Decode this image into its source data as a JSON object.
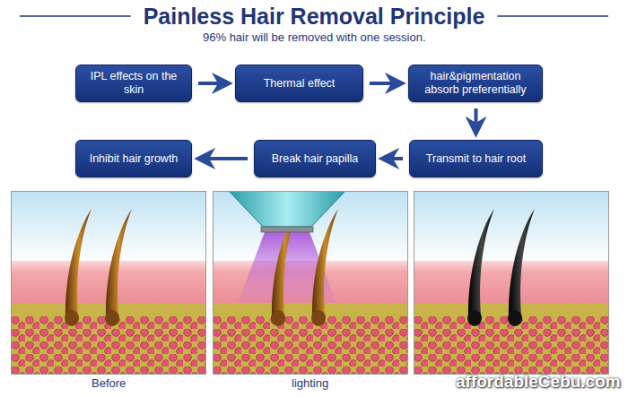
{
  "diagram": {
    "title": "Painless Hair Removal Principle",
    "nodes": [
      {
        "text": [
          "IPL effects on the skin"
        ]
      },
      {
        "text": [
          "Thermal effect"
        ]
      },
      {
        "text": [
          "hair&pigmentation absorb preferentially"
        ]
      },
      {
        "text": [
          "Transmit to hair root"
        ]
      },
      {
        "text": [
          "Break hair papilla"
        ]
      },
      {
        "text": [
          "Inhibit hair growth"
        ]
      }
    ],
    "edges": [
      {
        "from": 0,
        "to": 1,
        "arrow": "to"
      },
      {
        "from": 1,
        "to": 2,
        "arrow": "to"
      },
      {
        "from": 2,
        "to": 3,
        "arrow": "to"
      },
      {
        "from": 3,
        "to": 4,
        "arrow": "to"
      },
      {
        "from": 4,
        "to": 5,
        "arrow": "to"
      }
    ],
    "labels": [
      "96% hair will be removed with one session.",
      "Before",
      "lighting",
      "affordableCebu.com"
    ]
  }
}
